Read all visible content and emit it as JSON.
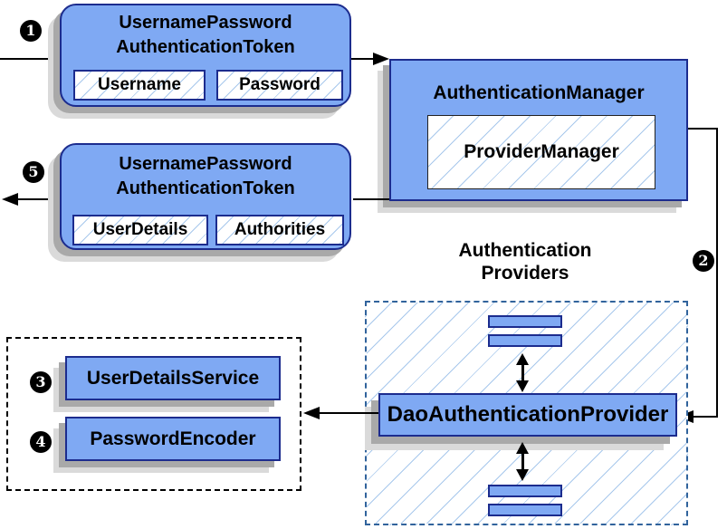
{
  "colors": {
    "box_fill": "#7fa9f3",
    "box_border": "#1c2c8e",
    "hatch_line": "#a8c8ec",
    "dashed_border": "#31639c",
    "shadow_dark": "#a9a9a9",
    "shadow_light": "#dadada",
    "line_color": "#000000"
  },
  "markers": {
    "step1": "1",
    "step2": "2",
    "step3": "3",
    "step4": "4",
    "step5": "5"
  },
  "token_request": {
    "title_line1": "UsernamePassword",
    "title_line2": "AuthenticationToken",
    "field1": "Username",
    "field2": "Password"
  },
  "authentication_manager": {
    "title": "AuthenticationManager",
    "inner_box": "ProviderManager"
  },
  "token_response": {
    "title_line1": "UsernamePassword",
    "title_line2": "AuthenticationToken",
    "field1": "UserDetails",
    "field2": "Authorities"
  },
  "authentication_providers": {
    "title_line1": "Authentication",
    "title_line2": "Providers",
    "dao_provider": "DaoAuthenticationProvider"
  },
  "services": {
    "user_details_service": "UserDetailsService",
    "password_encoder": "PasswordEncoder"
  }
}
